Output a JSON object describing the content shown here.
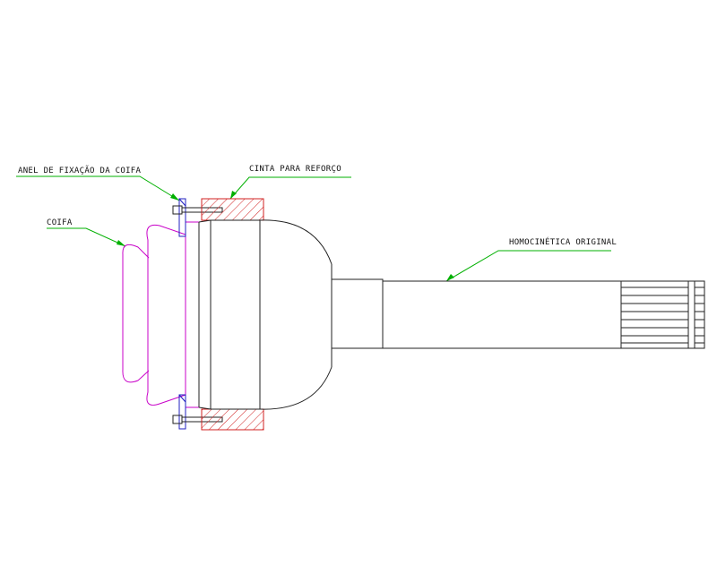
{
  "labels": {
    "ring": "ANEL DE FIXAÇÃO DA COIFA",
    "boot": "COIFA",
    "band": "CINTA PARA REFORÇO",
    "joint": "HOMOCINÉTICA ORIGINAL"
  },
  "colors": {
    "outline": "#222222",
    "leader": "#00b000",
    "hatch": "#d02020",
    "boot": "#c800c8",
    "ring": "#2020c0",
    "background": "#ffffff"
  }
}
